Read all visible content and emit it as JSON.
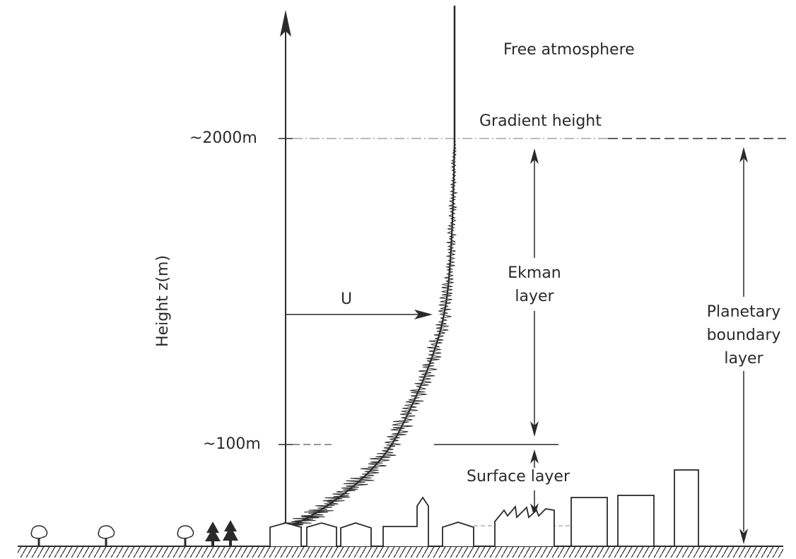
{
  "labels": {
    "free_atmosphere": "Free atmosphere",
    "gradient_height": "Gradient height",
    "height_2000": "~2000m",
    "height_100": "~100m",
    "y_axis": "Height z(m)",
    "wind_speed": "U",
    "ekman_line1": "Ekman",
    "ekman_line2": "layer",
    "pbl_line1": "Planetary",
    "pbl_line2": "boundary",
    "pbl_line3": "layer",
    "surface_layer": "Surface layer"
  },
  "colors": {
    "ink": "#2a2a2a",
    "background": "#ffffff"
  }
}
